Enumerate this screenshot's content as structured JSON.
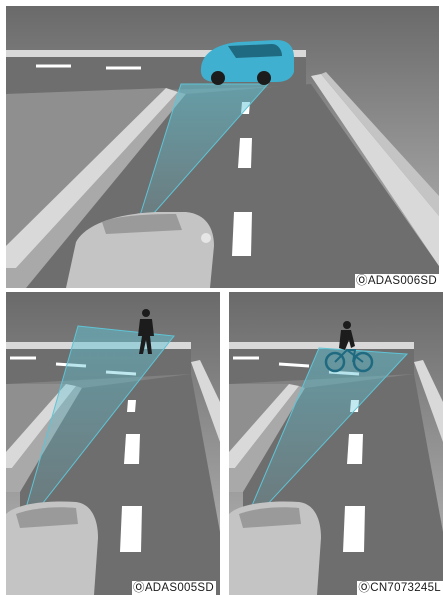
{
  "figures": [
    {
      "scenario": "vehicle",
      "code": "ADAS006SD"
    },
    {
      "scenario": "pedestrian",
      "code": "ADAS005SD"
    },
    {
      "scenario": "cyclist",
      "code": "CN7073245L"
    }
  ],
  "code_prefix_icon": "circle-letter-o",
  "colors": {
    "road": "#6e6e6e",
    "ground": "#8f8f8f",
    "sky": "#b9b9b9",
    "curb": "#d9d9d9",
    "lane_mark": "#ffffff",
    "sensor_beam": "#5fc4d6",
    "target_car": "#3fb0cf",
    "host_car": "#c4c4c4",
    "silhouette": "#1c1c1c"
  }
}
